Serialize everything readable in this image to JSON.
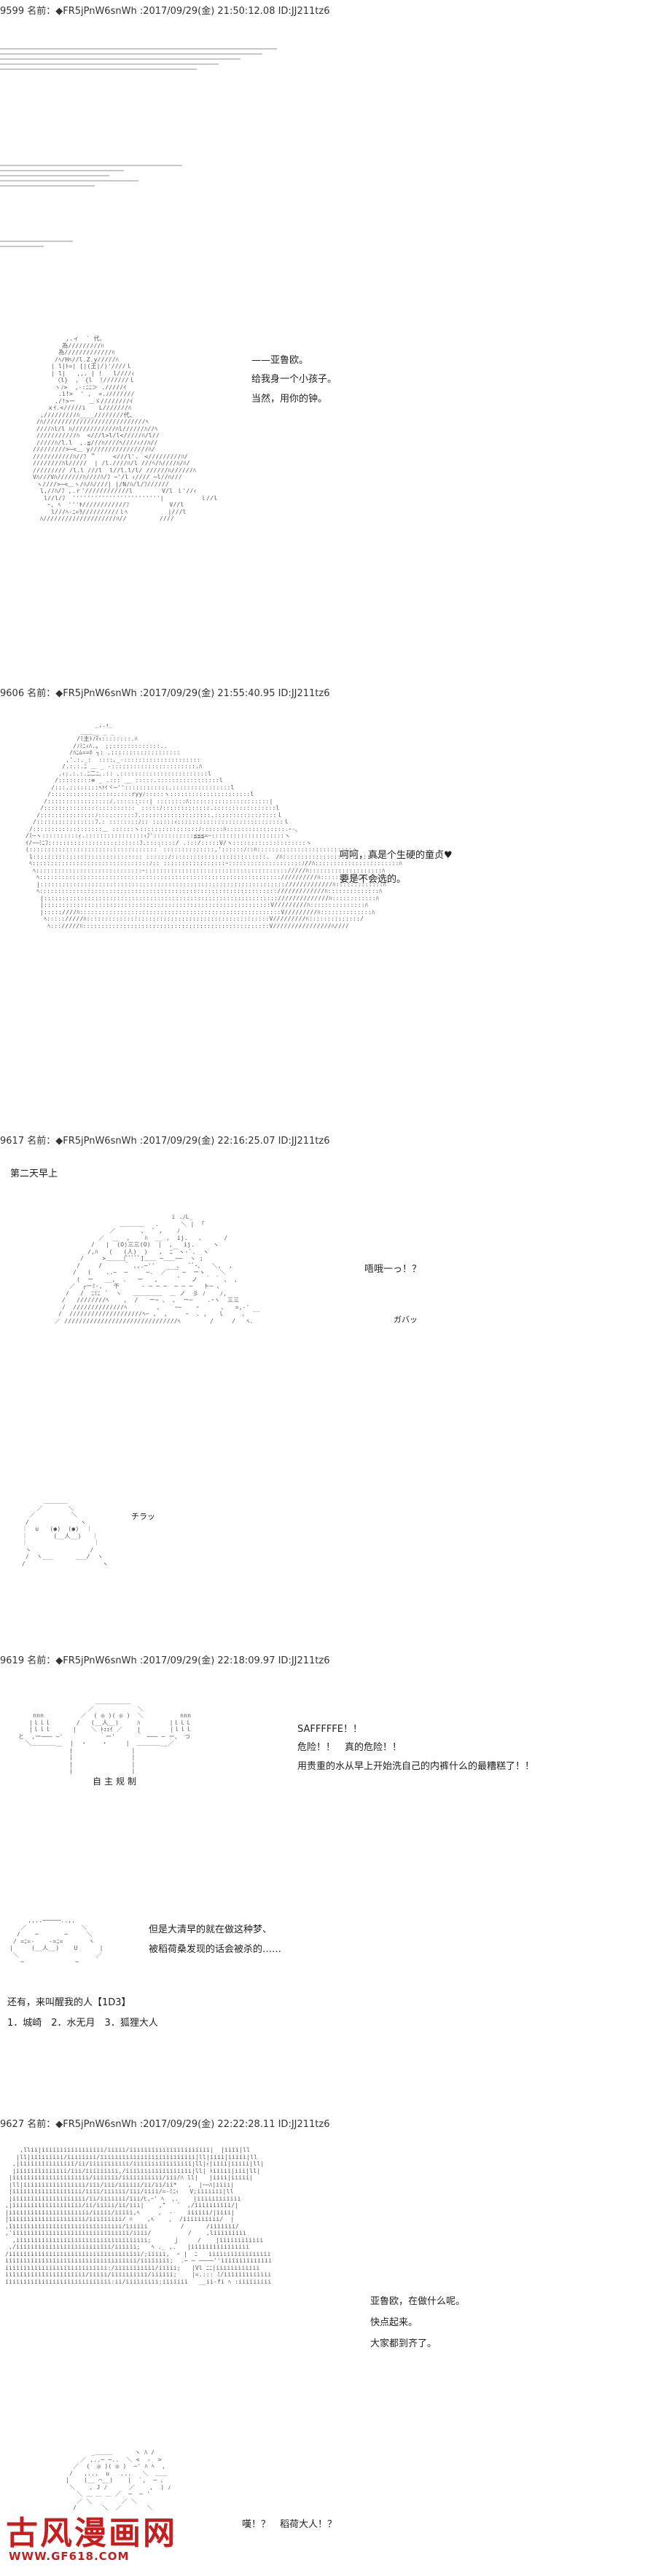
{
  "posts": [
    {
      "header": "9599 名前：◆FR5jPnW6snWh :2017/09/29(金) 21:50:12.08 ID:JJ211tz6",
      "lines": [
        "——亚鲁欧。",
        "给我身一个小孩子。",
        "当然，用你的钟。"
      ]
    },
    {
      "header": "9606 名前：◆FR5jPnW6snWh :2017/09/29(金) 21:55:40.95 ID:JJ211tz6",
      "lines": [
        "呵呵，真是个生硬的童贞♥",
        "要是不会选的。"
      ]
    },
    {
      "header": "9617 名前：◆FR5jPnW6snWh :2017/09/29(金) 22:16:25.07 ID:JJ211tz6",
      "lines": [
        "第二天早上",
        "唔哦一っ！？",
        "ガバッ",
        "チラッ"
      ]
    },
    {
      "header": "9619 名前：◆FR5jPnW6snWh :2017/09/29(金) 22:18:09.97 ID:JJ211tz6",
      "lines": [
        "SAFFFFFE！！",
        "危险！！　真的危险！！",
        "用贵重的水从早上开始洗自己的内裤什么的最糟糕了！！",
        "自主规制",
        "但是大清早的就在做这种梦、",
        "被稻荷桑发现的话会被杀的……",
        "还有，来叫醒我的人【1D3】",
        "1．城崎　2．水无月　3．狐狸大人"
      ]
    },
    {
      "header": "9627 名前：◆FR5jPnW6snWh :2017/09/29(金) 22:22:28.11 ID:JJ211tz6",
      "lines": [
        "亚鲁欧，在做什么呢。",
        "快点起来。",
        "大家都到齐了。",
        "嘆！？　稻荷大人！？"
      ]
    }
  ],
  "logo": {
    "name": "古风漫画网",
    "url": "WWW.GF618.COM"
  }
}
